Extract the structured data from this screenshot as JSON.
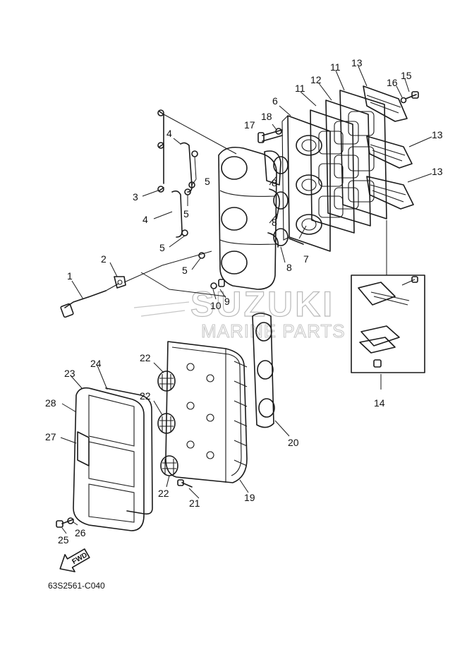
{
  "callouts": [
    "1",
    "2",
    "3",
    "4",
    "4",
    "5",
    "5",
    "5",
    "5",
    "5",
    "6",
    "7",
    "8",
    "8",
    "8",
    "9",
    "10",
    "11",
    "11",
    "12",
    "13",
    "13",
    "13",
    "14",
    "15",
    "16",
    "17",
    "18",
    "19",
    "20",
    "21",
    "22",
    "22",
    "22",
    "23",
    "24",
    "25",
    "26",
    "27",
    "28"
  ],
  "diagram_code": "63S2561-C040",
  "fwd_label": "FWD",
  "watermark": {
    "brand": "SUZUKI",
    "subtitle": "MARINE PARTS"
  }
}
